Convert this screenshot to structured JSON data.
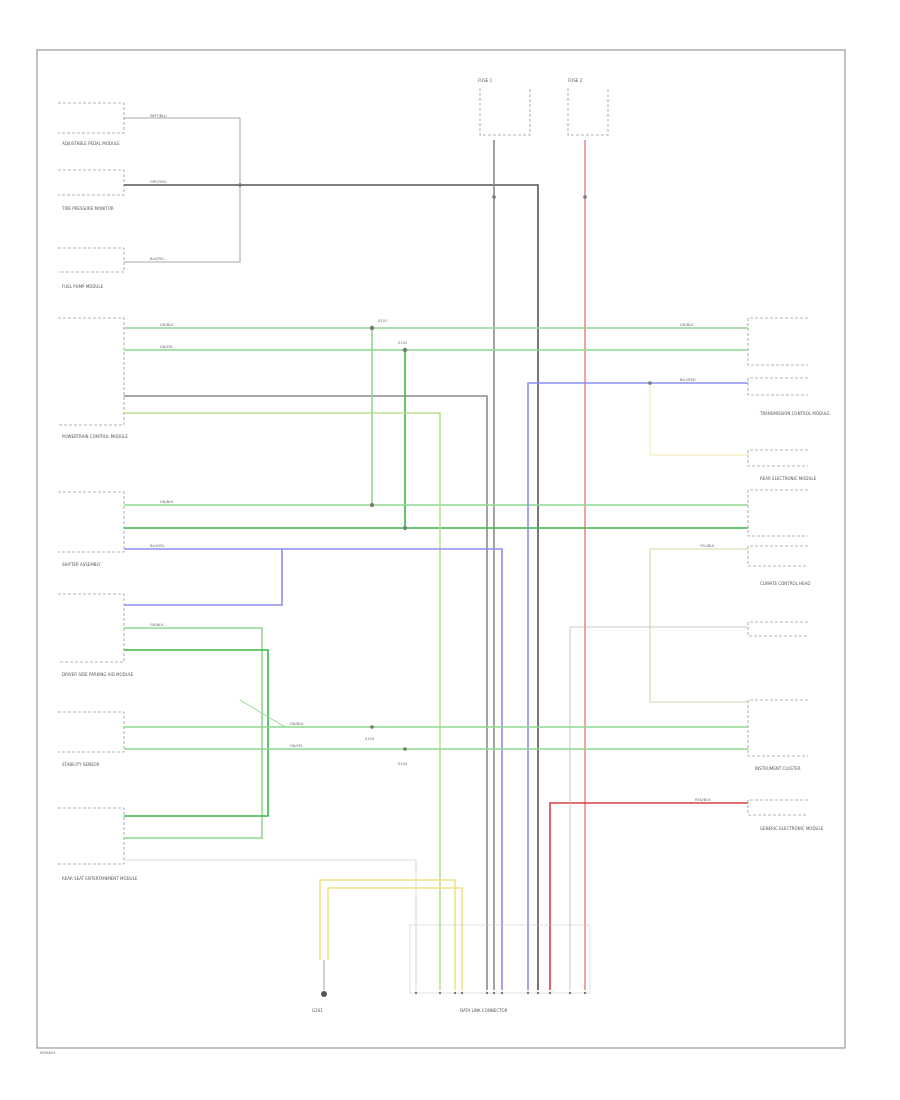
{
  "colors": {
    "green": "#8fd98f",
    "dark_green": "#3cb84a",
    "blue": "#8a8ef0",
    "red": "#f08a8a",
    "dark_red": "#d94040",
    "yellow": "#efe28a",
    "gray": "#8c8c8c",
    "dark_gray": "#555555",
    "frame": "#999999"
  },
  "diagram": {
    "page_code": "W30484",
    "components": {
      "adjustable_pedal": "ADJUSTABLE PEDAL MODULE",
      "tire_monitor": "TIRE PRESSURE MONITOR",
      "fuel_pump": "FUEL PUMP MODULE",
      "pcm": "POWERTRAIN CONTROL MODULE",
      "gear_shifter": "SHIFTER ASSEMBLY",
      "dr_parking_aid": "DRIVER SIDE PARKING AID MODULE",
      "stability_sensor": "STABILITY SENSOR",
      "rear_seat_module": "REAR SEAT ENTERTAINMENT MODULE",
      "fuse_1": "FUSE 1",
      "fuse_2": "FUSE 2",
      "dlc": "DATA LINK CONNECTOR",
      "ground": "G201",
      "instrument_cluster": "INSTRUMENT CLUSTER",
      "tcm": "TRANSMISSION CONTROL MODULE",
      "rear_module": "REAR ELECTRONIC MODULE",
      "climate": "CLIMATE CONTROL HEAD",
      "lower_module": "GENERIC ELECTRONIC MODULE"
    },
    "wires": {
      "wht_blu": "WHT/BLU",
      "gry_org": "GRY/ORG",
      "blk_yel": "BLK/YEL",
      "gn_blk": "GN/BLK",
      "gn_yel": "GN/YEL",
      "blu_yel": "BLU/YEL",
      "blu_red": "BLU/RED",
      "red_blk": "RED/BLK",
      "yel_blk": "YEL/BLK"
    },
    "splices": {
      "s101": "S101",
      "s102": "S102",
      "s103": "S103",
      "s104": "S104"
    }
  }
}
